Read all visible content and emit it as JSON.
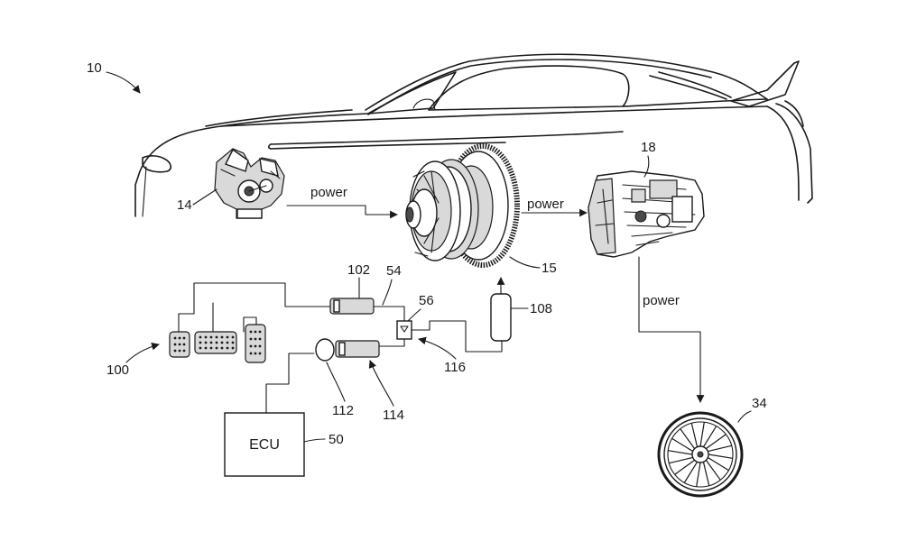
{
  "labels": {
    "vehicle": "10",
    "engine": "14",
    "clutch": "15",
    "transmission": "18",
    "wheel": "34",
    "ecu_ref": "50",
    "line_54": "54",
    "valve_56": "56",
    "pedals": "100",
    "master_cylinder": "102",
    "reservoir": "108",
    "motor": "112",
    "actuator": "114",
    "valve_116": "116"
  },
  "flows": {
    "engine_to_clutch": "power",
    "clutch_to_transmission": "power",
    "transmission_to_wheel": "power"
  },
  "ecu": {
    "text": "ECU"
  }
}
